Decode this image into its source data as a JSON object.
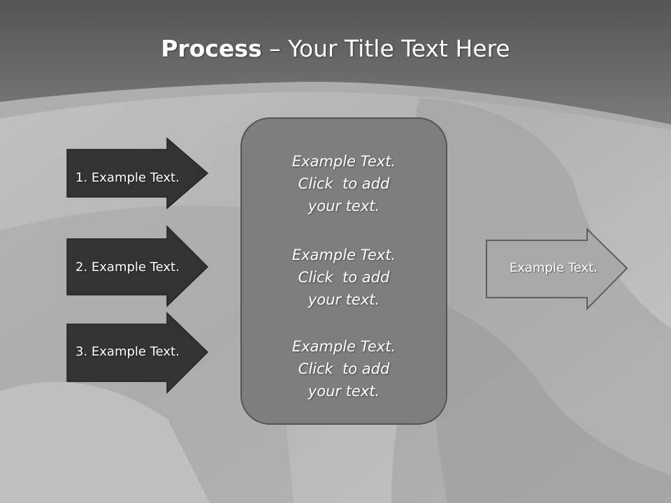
{
  "title": {
    "bold": "Process",
    "rest": " – Your Title Text Here"
  },
  "left_arrows": [
    {
      "label": "1. Example Text."
    },
    {
      "label": "2. Example Text."
    },
    {
      "label": "3. Example Text."
    }
  ],
  "center_items": [
    {
      "line1": "Example Text.",
      "line2": "Click  to add",
      "line3": "your text."
    },
    {
      "line1": "Example Text.",
      "line2": "Click  to add",
      "line3": "your text."
    },
    {
      "line1": "Example Text.",
      "line2": "Click  to add",
      "line3": "your text."
    }
  ],
  "right_arrow": {
    "label": "Example Text."
  },
  "colors": {
    "left_arrow_fill": "#333333",
    "center_box_fill": "#7e7e7e",
    "right_arrow_fill": "#a9a9a9",
    "header": "#5a5a5a"
  }
}
